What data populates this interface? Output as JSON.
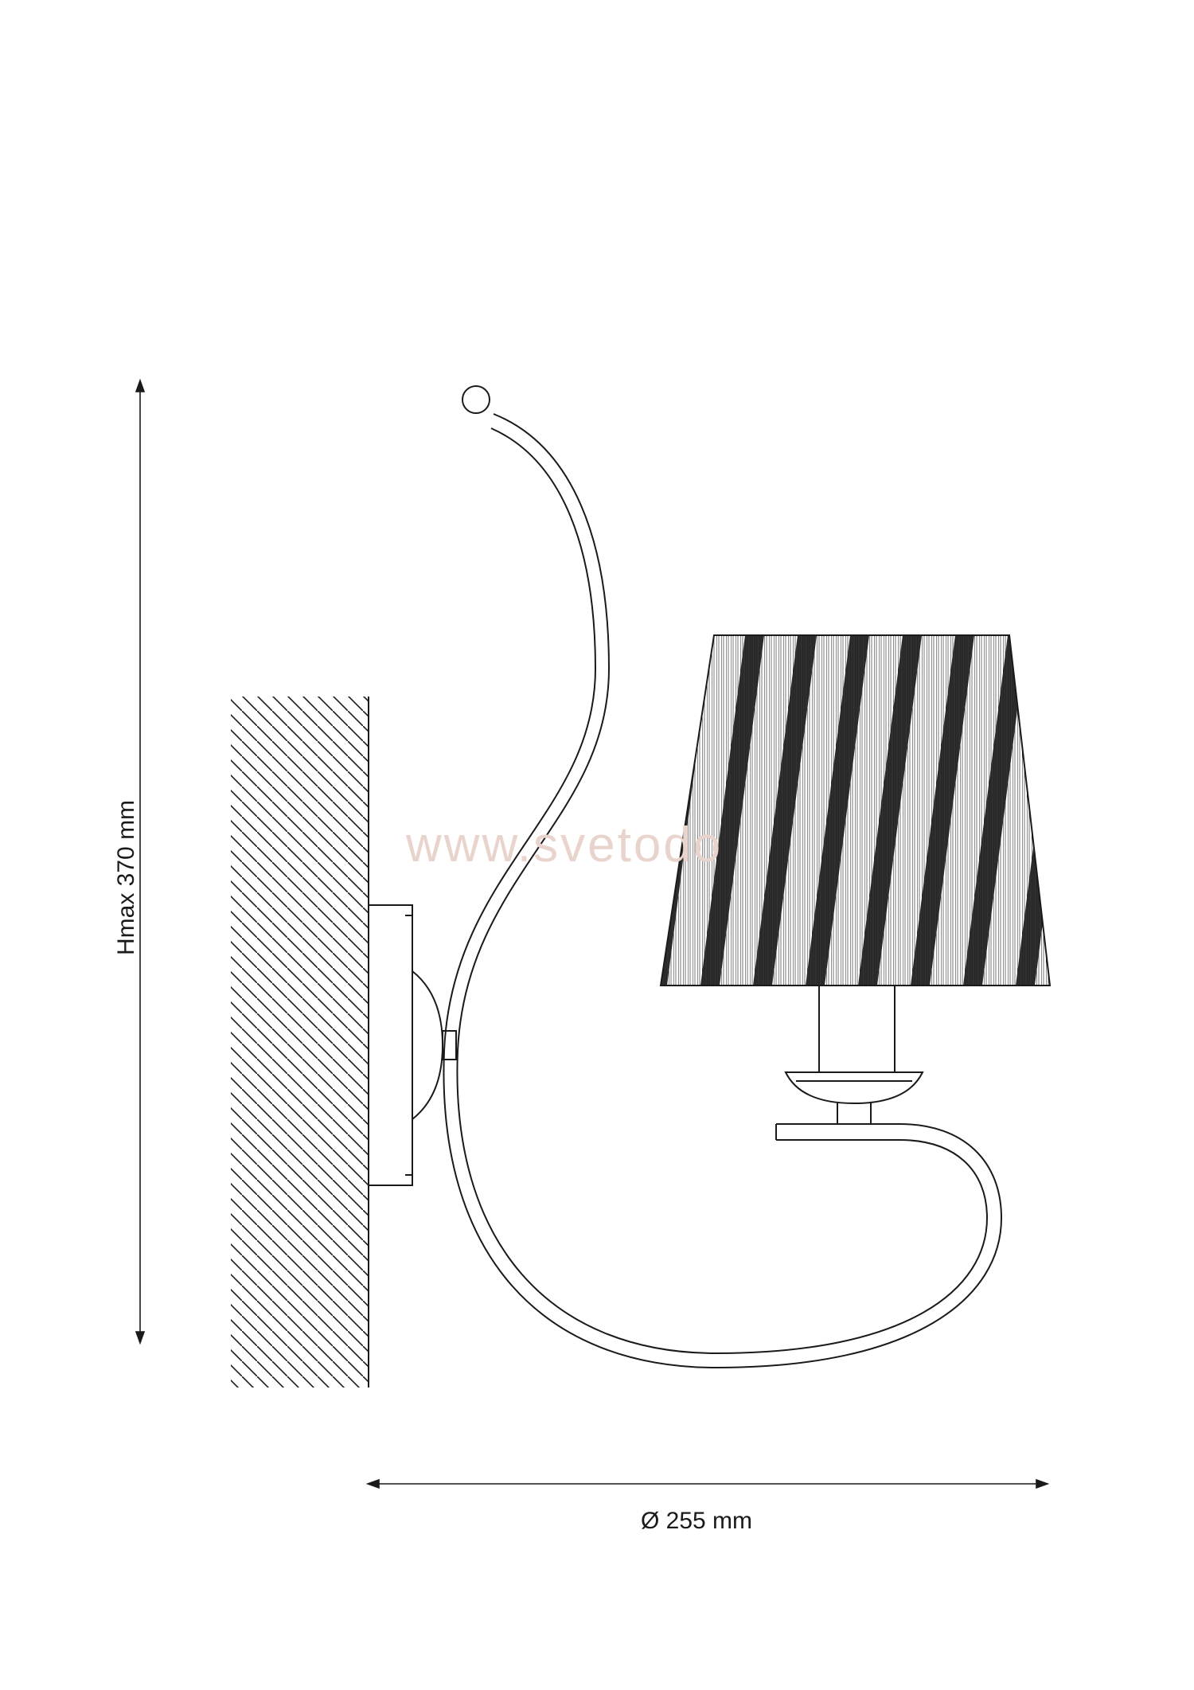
{
  "dimensions": {
    "height_label": "Hmax 370 mm",
    "width_label": "Ø 255 mm"
  },
  "watermark": {
    "text": "www.svetodo"
  },
  "colors": {
    "line": "#1a1a1a",
    "shade_stripe": "#1a1a1a",
    "watermark": "#e8d4cc",
    "background": "#ffffff"
  }
}
